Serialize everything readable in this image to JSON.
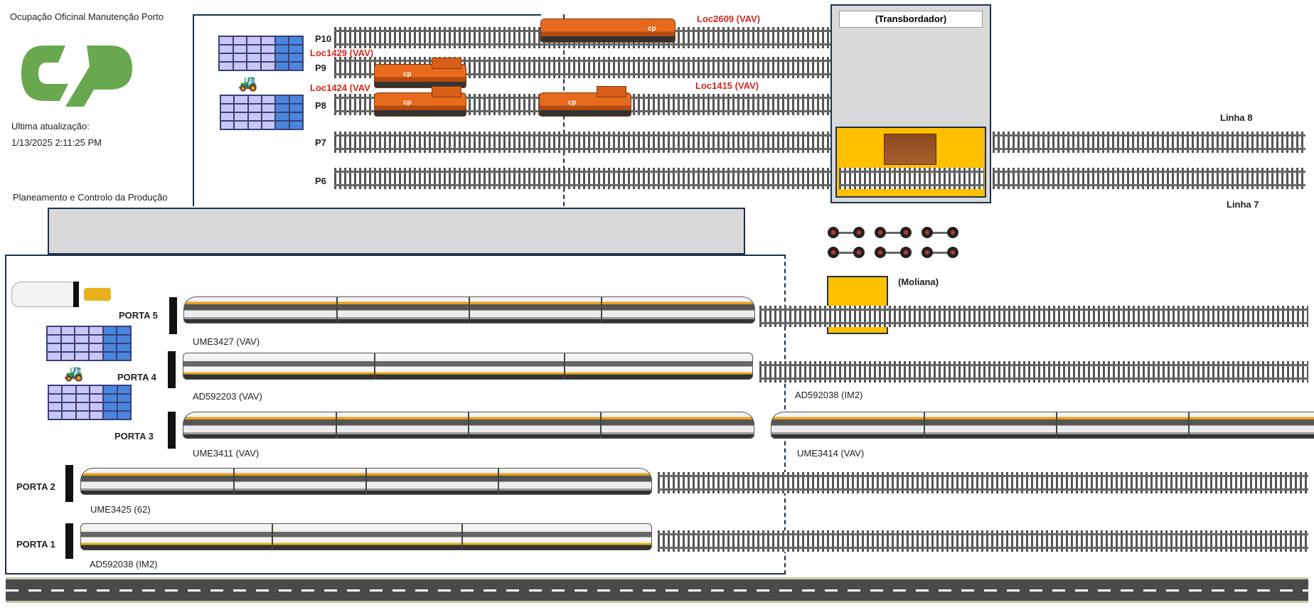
{
  "header": {
    "title": "Ocupação Oficinal Manutenção Porto",
    "last_update_label": "Ultima atualização:",
    "last_update_value": "1/13/2025 2:11:25 PM",
    "planning_label": "Planeamento e Controlo da Produção"
  },
  "logo": {
    "icon": "cp-logo",
    "color": "#6aa84f"
  },
  "tracks_top": {
    "p10": "P10",
    "p9": "P9",
    "p8": "P8",
    "p7": "P7",
    "p6": "P6"
  },
  "locos": {
    "loc2609": "Loc2609 (VAV)",
    "loc1429": "Loc1429 (VAV)",
    "loc1424": "Loc1424 (VAV",
    "loc1415": "Loc1415 (VAV)",
    "cp_mark": "cp"
  },
  "transbordador": {
    "label": "(Transbordador)"
  },
  "lines": {
    "linha8": "Linha 8",
    "linha7": "Linha 7"
  },
  "moliana": {
    "label": "(Moliana)"
  },
  "doors": {
    "porta5": "PORTA 5",
    "porta4": "PORTA 4",
    "porta3": "PORTA 3",
    "porta2": "PORTA 2",
    "porta1": "PORTA 1"
  },
  "trains": {
    "ume3427": "UME3427 (VAV)",
    "ad592203": "AD592203 (VAV)",
    "ad592038_right": "AD592038 (IM2)",
    "ume3411": "UME3411 (VAV)",
    "ume3414": "UME3414 (VAV)",
    "ume3425": "UME3425 (62)",
    "ad592038_left": "AD592038 (IM2)"
  },
  "colors": {
    "accent_red": "#d9261c",
    "frame": "#1f2f4f",
    "loco_orange": "#e86a1c",
    "yellow": "#ffc000",
    "panel_gray": "#d9d9d9"
  }
}
